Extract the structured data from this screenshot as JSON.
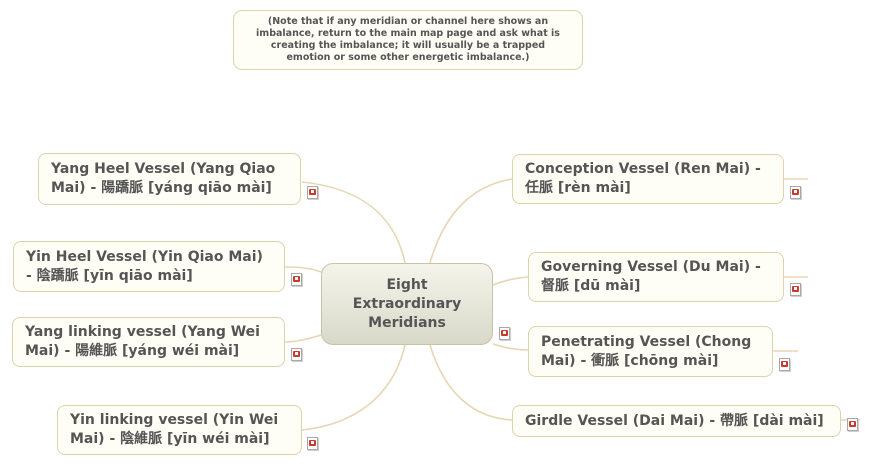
{
  "note": "(Note that if any meridian or channel here shows an imbalance, return to the main map page and ask what is creating the imbalance; it will usually be a trapped emotion or some other energetic imbalance.)",
  "center": "Eight Extraordinary Meridians",
  "left_nodes": [
    "Yang Heel Vessel (Yang Qiao Mai) - 陽蹻脈 [yáng qiāo mài]",
    "Yin Heel Vessel (Yin Qiao Mai) - 陰蹻脈 [yīn qiāo mài]",
    "Yang linking vessel (Yang Wei Mai) - 陽維脈 [yáng wéi mài]",
    "Yin linking vessel (Yin Wei Mai) - 陰維脈 [yīn wéi mài]"
  ],
  "right_nodes": [
    "Conception Vessel (Ren Mai) - 任脈 [rèn mài]",
    "Governing Vessel (Du Mai) - 督脈 [dū mài]",
    "Penetrating Vessel (Chong Mai) - 衝脈 [chōng mài]",
    "Girdle Vessel (Dai Mai) - 帶脈 [dài mài]"
  ],
  "colors": {
    "node_border": "#dcd3ac",
    "node_fill": "#fffef6",
    "connector": "#e7d6b4",
    "text": "#555555"
  },
  "icons": [
    "note-icon"
  ]
}
